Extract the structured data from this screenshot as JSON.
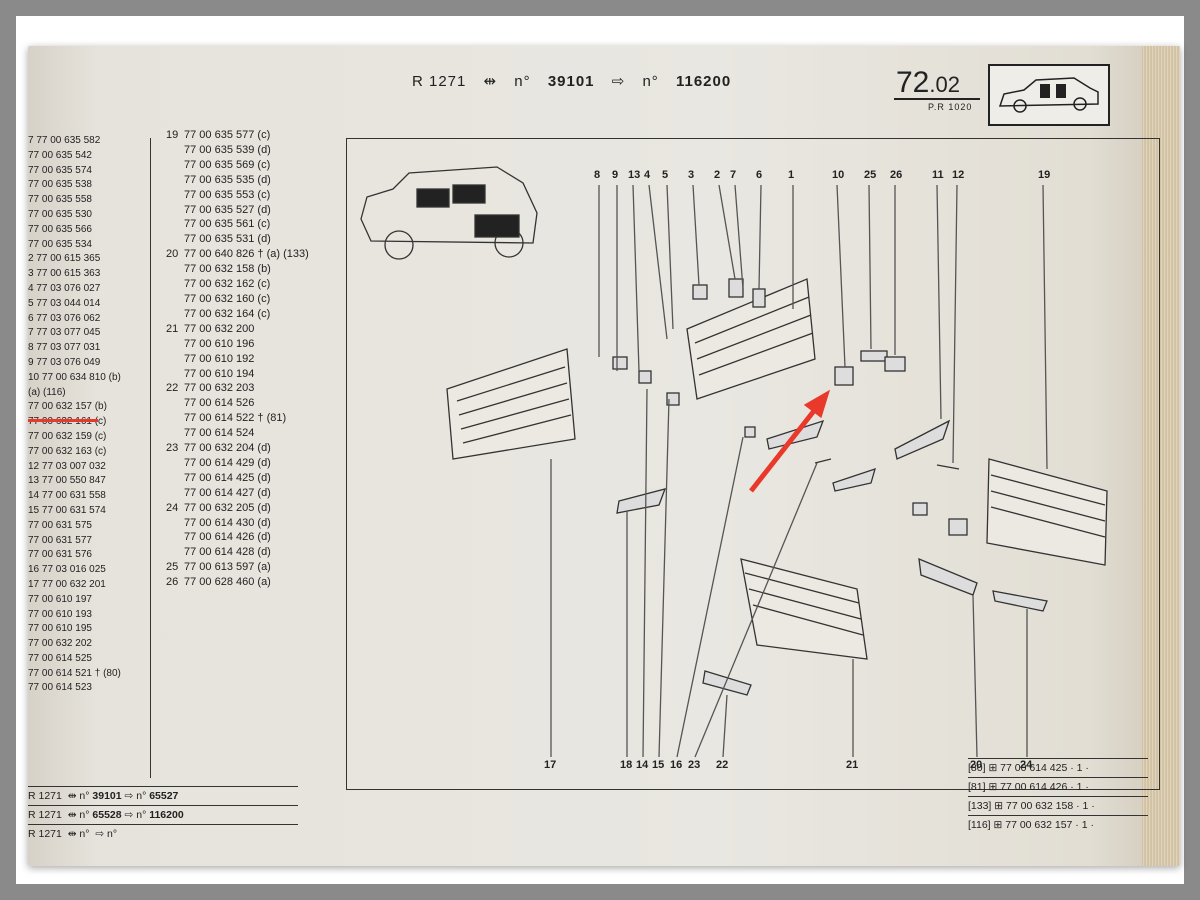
{
  "header": {
    "model": "R 1271",
    "from_prefix": "n°",
    "from_number": "39101",
    "to_prefix": "n°",
    "to_number": "116200",
    "page_number": "72",
    "page_section": ".02",
    "page_ref": "P.R 1020"
  },
  "left_column": [
    "7 77 00 635 582",
    "77 00 635 542",
    "77 00 635 574",
    "77 00 635 538",
    "77 00 635 558",
    "77 00 635 530",
    "77 00 635 566",
    "77 00 635 534",
    "2 77 00 615 365",
    "3 77 00 615 363",
    "4 77 03 076 027",
    "5 77 03 044 014",
    "6 77 03 076 062",
    "7 77 03 077 045",
    "8 77 03 077 031",
    "9 77 03 076 049",
    "10 77 00 634 810 (b)",
    "(a) (116)",
    "77 00 632 157 (b)",
    "77 00 632 161 (c)",
    "77 00 632 159 (c)",
    "77 00 632 163 (c)",
    "12 77 03 007 032",
    "13 77 00 550 847",
    "14 77 00 631 558",
    "15 77 00 631 574",
    "77 00 631 575",
    "77 00 631 577",
    "77 00 631 576",
    "16 77 03 016 025",
    "17 77 00 632 201",
    "77 00 610 197",
    "77 00 610 193",
    "77 00 610 195",
    "77 00 632 202",
    "77 00 614 525",
    "77 00 614 521 † (80)",
    "77 00 614 523"
  ],
  "mid_column": [
    {
      "idx": "19",
      "text": "77 00 635 577 (c)"
    },
    {
      "idx": "",
      "text": "77 00 635 539 (d)"
    },
    {
      "idx": "",
      "text": "77 00 635 569 (c)"
    },
    {
      "idx": "",
      "text": "77 00 635 535 (d)"
    },
    {
      "idx": "",
      "text": "77 00 635 553 (c)"
    },
    {
      "idx": "",
      "text": "77 00 635 527 (d)"
    },
    {
      "idx": "",
      "text": "77 00 635 561 (c)"
    },
    {
      "idx": "",
      "text": "77 00 635 531 (d)"
    },
    {
      "idx": "20",
      "text": "77 00 640 826 † (a) (133)"
    },
    {
      "idx": "",
      "text": "77 00 632 158 (b)"
    },
    {
      "idx": "",
      "text": "77 00 632 162 (c)"
    },
    {
      "idx": "",
      "text": "77 00 632 160 (c)"
    },
    {
      "idx": "",
      "text": "77 00 632 164 (c)"
    },
    {
      "idx": "21",
      "text": "77 00 632 200"
    },
    {
      "idx": "",
      "text": "77 00 610 196"
    },
    {
      "idx": "",
      "text": "77 00 610 192"
    },
    {
      "idx": "",
      "text": "77 00 610 194"
    },
    {
      "idx": "22",
      "text": "77 00 632 203"
    },
    {
      "idx": "",
      "text": "77 00 614 526"
    },
    {
      "idx": "",
      "text": "77 00 614 522 † (81)"
    },
    {
      "idx": "",
      "text": "77 00 614 524"
    },
    {
      "idx": "23",
      "text": "77 00 632 204 (d)"
    },
    {
      "idx": "",
      "text": "77 00 614 429 (d)"
    },
    {
      "idx": "",
      "text": "77 00 614 425 (d)"
    },
    {
      "idx": "",
      "text": "77 00 614 427 (d)"
    },
    {
      "idx": "24",
      "text": "77 00 632 205 (d)"
    },
    {
      "idx": "",
      "text": "77 00 614 430 (d)"
    },
    {
      "idx": "",
      "text": "77 00 614 426 (d)"
    },
    {
      "idx": "",
      "text": "77 00 614 428 (d)"
    },
    {
      "idx": "25",
      "text": "77 00 613 597 (a)"
    },
    {
      "idx": "26",
      "text": "77 00 628 460 (a)"
    }
  ],
  "callouts_top": [
    "8",
    "9",
    "13",
    "4",
    "5",
    "3",
    "2",
    "7",
    "6",
    "1",
    "10",
    "25",
    "26",
    "11",
    "12",
    "19"
  ],
  "callouts_bottom": [
    "17",
    "18",
    "14",
    "15",
    "16",
    "23",
    "22",
    "21",
    "20",
    "24"
  ],
  "bottom_left": [
    {
      "model": "R 1271",
      "from": "39101",
      "to": "65527"
    },
    {
      "model": "R 1271",
      "from": "65528",
      "to": "116200"
    },
    {
      "model": "R 1271",
      "from": "",
      "to": ""
    }
  ],
  "bottom_right": [
    {
      "ref": "[80]",
      "part": "77 00 614 425 · 1 ·"
    },
    {
      "ref": "[81]",
      "part": "77 00 614 426 · 1 ·"
    },
    {
      "ref": "[133]",
      "part": "77 00 632 158 · 1 ·"
    },
    {
      "ref": "[116]",
      "part": "77 00 632 157 · 1 ·"
    }
  ],
  "annotation": {
    "arrow_color": "#e8392b"
  }
}
